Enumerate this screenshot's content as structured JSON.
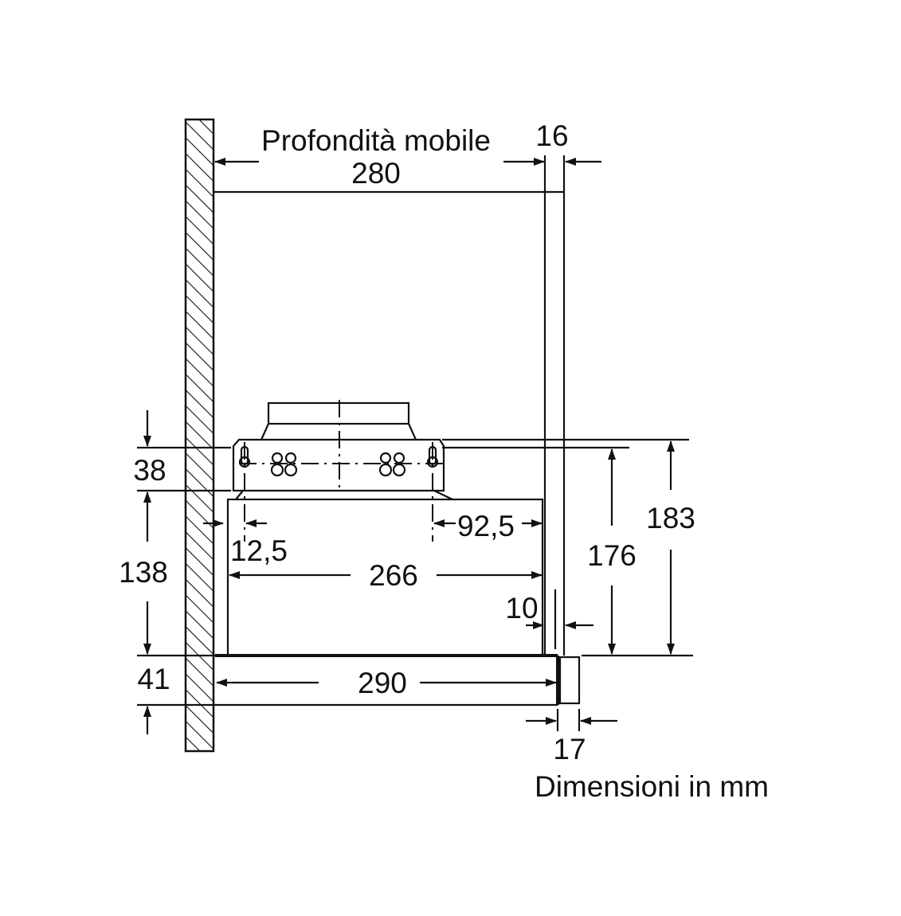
{
  "title": "Profondità mobile",
  "units_note": "Dimensioni in mm",
  "dimensions": {
    "cabinet_depth": "280",
    "side_panel": "16",
    "housing_height": "38",
    "body_height": "138",
    "panel_height": "41",
    "left_offset": "12,5",
    "right_offset": "92,5",
    "body_depth": "266",
    "front_gap": "10",
    "height_176": "176",
    "height_183": "183",
    "total_depth": "290",
    "front_thickness": "17"
  }
}
